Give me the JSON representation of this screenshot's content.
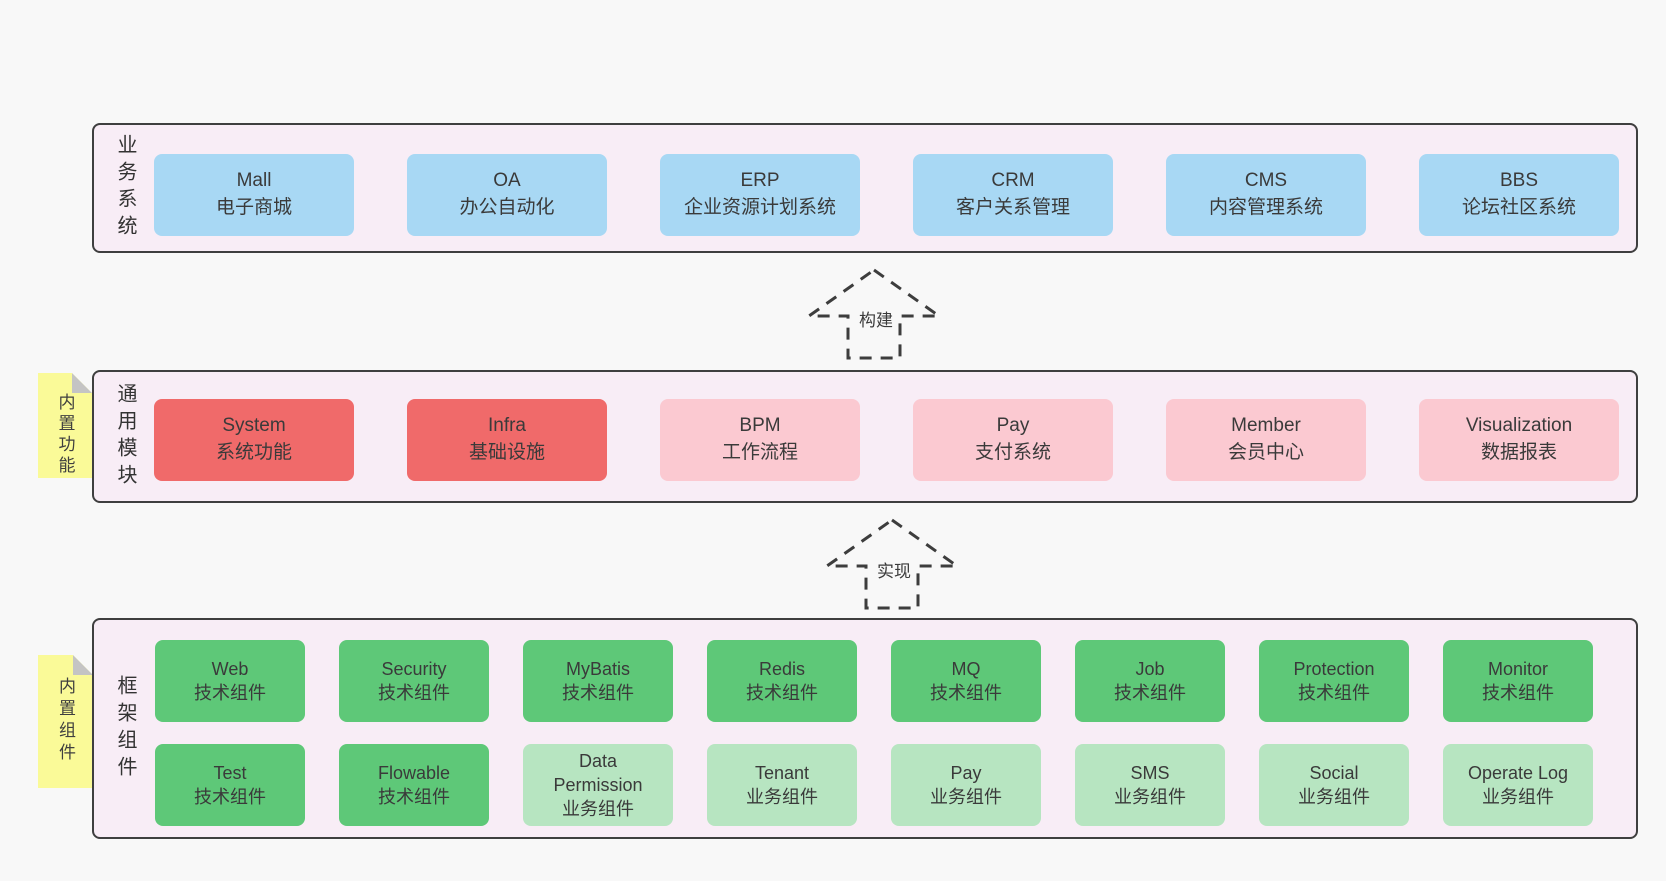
{
  "colors": {
    "page_bg": "#f8f8f8",
    "panel_bg": "#f8edf6",
    "panel_border": "#3f3f3f",
    "blue": "#a8d8f4",
    "red": "#f06a6a",
    "pink": "#fbc9d1",
    "green": "#5ec878",
    "light_green": "#b7e5c1",
    "note_yellow": "#fafa98",
    "text": "#3a3a3a"
  },
  "layer_business": {
    "label": "业务系统",
    "boxes": [
      {
        "title": "Mall",
        "subtitle": "电子商城"
      },
      {
        "title": "OA",
        "subtitle": "办公自动化"
      },
      {
        "title": "ERP",
        "subtitle": "企业资源计划系统"
      },
      {
        "title": "CRM",
        "subtitle": "客户关系管理"
      },
      {
        "title": "CMS",
        "subtitle": "内容管理系统"
      },
      {
        "title": "BBS",
        "subtitle": "论坛社区系统"
      }
    ]
  },
  "arrows": [
    {
      "label": "构建"
    },
    {
      "label": "实现"
    }
  ],
  "layer_modules": {
    "label": "通用模块",
    "note": "内置功能",
    "boxes": [
      {
        "title": "System",
        "subtitle": "系统功能"
      },
      {
        "title": "Infra",
        "subtitle": "基础设施"
      },
      {
        "title": "BPM",
        "subtitle": "工作流程"
      },
      {
        "title": "Pay",
        "subtitle": "支付系统"
      },
      {
        "title": "Member",
        "subtitle": "会员中心"
      },
      {
        "title": "Visualization",
        "subtitle": "数据报表"
      }
    ]
  },
  "layer_components": {
    "label": "框架组件",
    "note": "内置组件",
    "row1": [
      {
        "title": "Web",
        "subtitle": "技术组件"
      },
      {
        "title": "Security",
        "subtitle": "技术组件"
      },
      {
        "title": "MyBatis",
        "subtitle": "技术组件"
      },
      {
        "title": "Redis",
        "subtitle": "技术组件"
      },
      {
        "title": "MQ",
        "subtitle": "技术组件"
      },
      {
        "title": "Job",
        "subtitle": "技术组件"
      },
      {
        "title": "Protection",
        "subtitle": "技术组件"
      },
      {
        "title": "Monitor",
        "subtitle": "技术组件"
      }
    ],
    "row2": [
      {
        "title": "Test",
        "subtitle": "技术组件"
      },
      {
        "title": "Flowable",
        "subtitle": "技术组件"
      },
      {
        "title": "Data Permission",
        "subtitle": "业务组件"
      },
      {
        "title": "Tenant",
        "subtitle": "业务组件"
      },
      {
        "title": "Pay",
        "subtitle": "业务组件"
      },
      {
        "title": "SMS",
        "subtitle": "业务组件"
      },
      {
        "title": "Social",
        "subtitle": "业务组件"
      },
      {
        "title": "Operate Log",
        "subtitle": "业务组件"
      }
    ]
  }
}
